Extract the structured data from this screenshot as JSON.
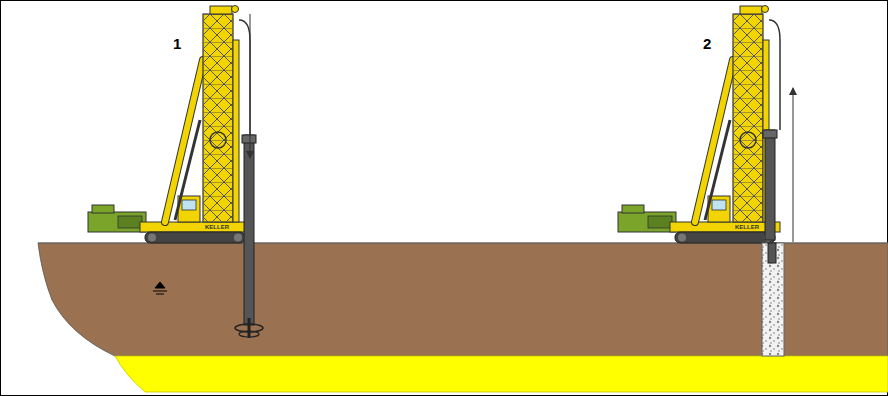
{
  "diagram": {
    "labels": [
      "1",
      "2",
      "KELLER",
      "KELLER"
    ]
  }
}
